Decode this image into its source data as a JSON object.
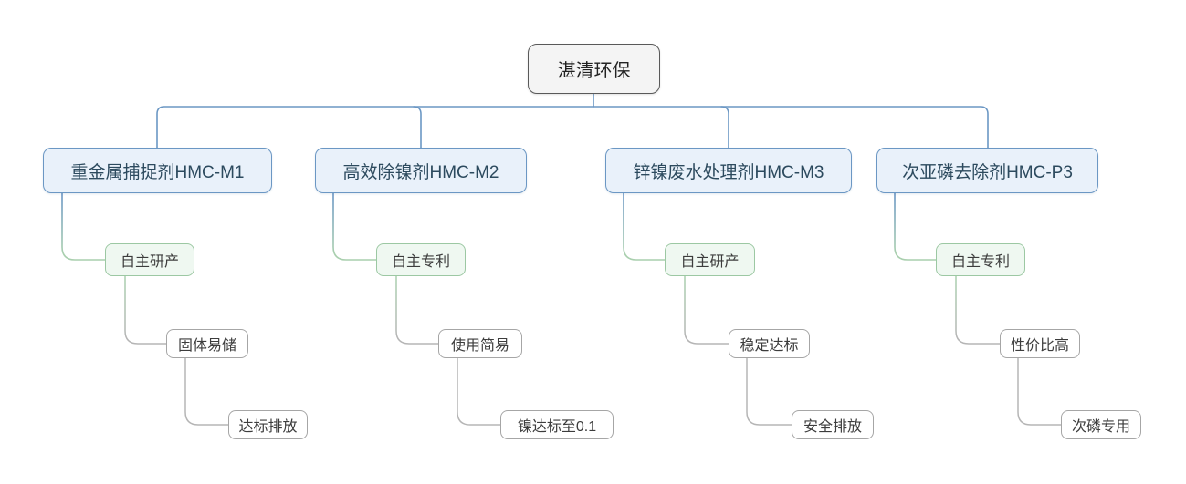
{
  "root": {
    "label": "湛清环保"
  },
  "branches": [
    {
      "product": "重金属捕捉剂HMC-M1",
      "tag": "自主研产",
      "feature": "固体易储",
      "benefit": "达标排放"
    },
    {
      "product": "高效除镍剂HMC-M2",
      "tag": "自主专利",
      "feature": "使用简易",
      "benefit": "镍达标至0.1"
    },
    {
      "product": "锌镍废水处理剂HMC-M3",
      "tag": "自主研产",
      "feature": "稳定达标",
      "benefit": "安全排放"
    },
    {
      "product": "次亚磷去除剂HMC-P3",
      "tag": "自主专利",
      "feature": "性价比高",
      "benefit": "次磷专用"
    }
  ],
  "colors": {
    "branch_blue": "#6b97c4",
    "branch_blue_fill": "#e9f1fa",
    "branch_blue_text": "#2c4a5e",
    "green_border": "#9cc8a3",
    "green_fill": "#eff8f1",
    "gray_border": "#a6a6a6",
    "gray_fill": "#ffffff",
    "root_border": "#595959",
    "root_fill": "#f4f4f4",
    "dark_text": "#3c3c3c",
    "connector_green": "#a9cfae",
    "connector_gray": "#b5b5b5"
  }
}
